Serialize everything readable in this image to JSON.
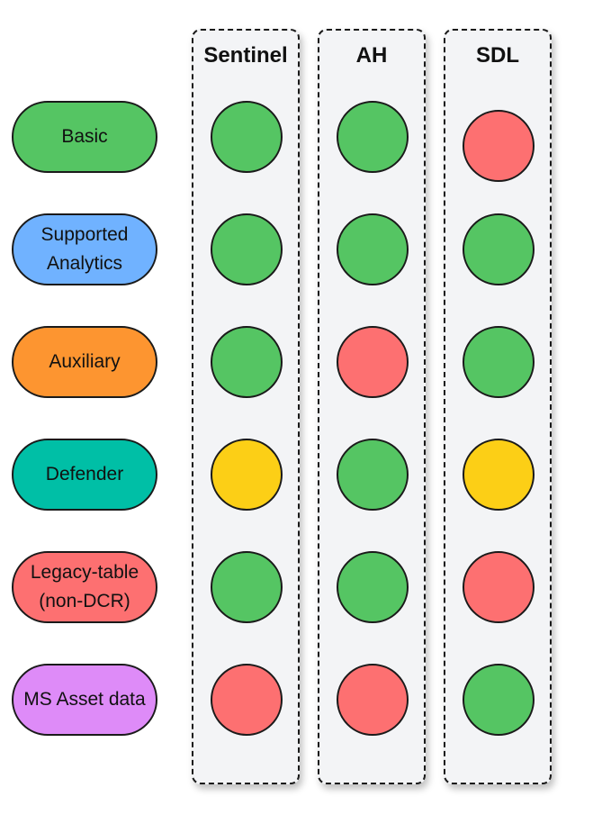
{
  "colors": {
    "green": "#55c563",
    "red": "#fd7071",
    "yellow": "#fccf16",
    "column_bg": "#f3f4f6"
  },
  "columns": [
    {
      "title": "Sentinel"
    },
    {
      "title": "AH"
    },
    {
      "title": "SDL"
    }
  ],
  "rows": [
    {
      "label": "Basic",
      "color": "#55c563",
      "status": [
        "green",
        "green",
        "red"
      ]
    },
    {
      "label": "Supported Analytics",
      "color": "#70b2ff",
      "status": [
        "green",
        "green",
        "green"
      ]
    },
    {
      "label": "Auxiliary",
      "color": "#fd9530",
      "status": [
        "green",
        "red",
        "green"
      ]
    },
    {
      "label": "Defender",
      "color": "#00bfa6",
      "status": [
        "yellow",
        "green",
        "yellow"
      ]
    },
    {
      "label": "Legacy-table (non-DCR)",
      "color": "#fd7071",
      "status": [
        "green",
        "green",
        "red"
      ]
    },
    {
      "label": "MS Asset data",
      "color": "#de8bf8",
      "status": [
        "red",
        "red",
        "green"
      ]
    }
  ]
}
